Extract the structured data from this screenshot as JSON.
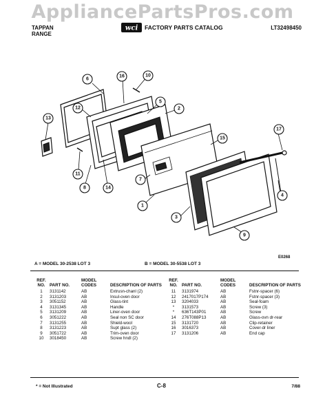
{
  "watermark": "AppliancePartsPros.com",
  "header": {
    "brand_line1": "TAPPAN",
    "brand_line2": "RANGE",
    "catalog_title": "FACTORY PARTS CATALOG",
    "catalog_number": "LT32498450"
  },
  "diagram": {
    "code": "E0268",
    "callouts": [
      "1",
      "2",
      "3",
      "4",
      "5",
      "6",
      "7",
      "8",
      "9",
      "10",
      "11",
      "12",
      "13",
      "14",
      "15",
      "16",
      "17"
    ]
  },
  "models": {
    "a": "A = MODEL 30-2538 LOT 3",
    "b": "B = MODEL 30-5538 LOT 3"
  },
  "table": {
    "headers": {
      "ref": "REF. NO.",
      "part": "PART NO.",
      "code": "MODEL CODES",
      "desc": "DESCRIPTION OF PARTS"
    },
    "left_rows": [
      {
        "ref": "1",
        "part": "3131142",
        "code": "AB",
        "desc": "Extrusn-chanl (2)"
      },
      {
        "ref": "2",
        "part": "3131203",
        "code": "AB",
        "desc": "Insul-oven door"
      },
      {
        "ref": "3",
        "part": "3051152",
        "code": "AB",
        "desc": "Glass-tint"
      },
      {
        "ref": "4",
        "part": "3131345",
        "code": "AB",
        "desc": "Handle"
      },
      {
        "ref": "5",
        "part": "3131209",
        "code": "AB",
        "desc": "Liner-oven door"
      },
      {
        "ref": "6",
        "part": "3051222",
        "code": "AB",
        "desc": "Seal non SC door"
      },
      {
        "ref": "7",
        "part": "3131255",
        "code": "AB",
        "desc": "Shield-wool"
      },
      {
        "ref": "8",
        "part": "3131223",
        "code": "AB",
        "desc": "Supt glass (2)"
      },
      {
        "ref": "9",
        "part": "3051722",
        "code": "AB",
        "desc": "Trim-oven door"
      },
      {
        "ref": "10",
        "part": "3018450",
        "code": "AB",
        "desc": "Screw hndl (2)"
      }
    ],
    "right_rows": [
      {
        "ref": "11",
        "part": "3131974",
        "code": "AB",
        "desc": "Fstnr-spacer (6)"
      },
      {
        "ref": "12",
        "part": "2417017P174",
        "code": "AB",
        "desc": "Fstnr-spacer (3)"
      },
      {
        "ref": "13",
        "part": "3204033",
        "code": "AB",
        "desc": "Seal-foam"
      },
      {
        "ref": "*",
        "part": "3131573",
        "code": "AB",
        "desc": "Screw (3)"
      },
      {
        "ref": "*",
        "part": "636T143P01",
        "code": "AB",
        "desc": "Screw"
      },
      {
        "ref": "14",
        "part": "276T088P13",
        "code": "AB",
        "desc": "Glass-ovn dr-rear"
      },
      {
        "ref": "15",
        "part": "3131720",
        "code": "AB",
        "desc": "Clip-retainer"
      },
      {
        "ref": "16",
        "part": "3016373",
        "code": "AB",
        "desc": "Cover-dr liner"
      },
      {
        "ref": "17",
        "part": "3131206",
        "code": "AB",
        "desc": "End cap"
      }
    ]
  },
  "footer": {
    "note": "* = Not Illustrated",
    "page": "C-8",
    "date": "7/88"
  }
}
